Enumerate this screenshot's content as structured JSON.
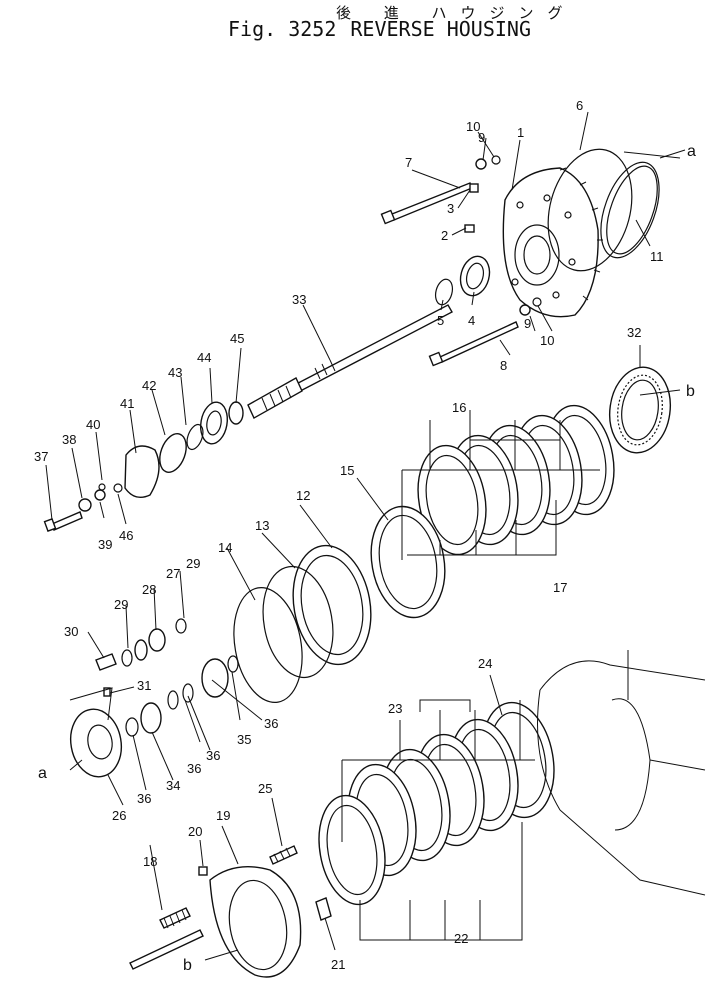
{
  "header": {
    "jp_title": "後 進 ハウジング",
    "fig": "Fig. 3252",
    "title": "REVERSE HOUSING"
  },
  "labels": {
    "p1": "1",
    "p2": "2",
    "p3": "3",
    "p4": "4",
    "p5": "5",
    "p6": "6",
    "p7": "7",
    "p8": "8",
    "p9a": "9",
    "p9b": "9",
    "p10a": "10",
    "p10b": "10",
    "p11": "11",
    "p12": "12",
    "p13": "13",
    "p14": "14",
    "p15": "15",
    "p16": "16",
    "p17": "17",
    "p18": "18",
    "p19": "19",
    "p20": "20",
    "p21": "21",
    "p22": "22",
    "p23": "23",
    "p24": "24",
    "p25": "25",
    "p26": "26",
    "p27": "27",
    "p28": "28",
    "p29a": "29",
    "p29b": "29",
    "p30": "30",
    "p31": "31",
    "p32": "32",
    "p33": "33",
    "p34": "34",
    "p35": "35",
    "p36a": "36",
    "p36b": "36",
    "p36c": "36",
    "p36d": "36",
    "p37": "37",
    "p38": "38",
    "p39": "39",
    "p40": "40",
    "p41": "41",
    "p42": "42",
    "p43": "43",
    "p44": "44",
    "p45": "45",
    "p46": "46",
    "ref_a1": "a",
    "ref_a2": "a",
    "ref_b1": "b",
    "ref_b2": "b"
  }
}
